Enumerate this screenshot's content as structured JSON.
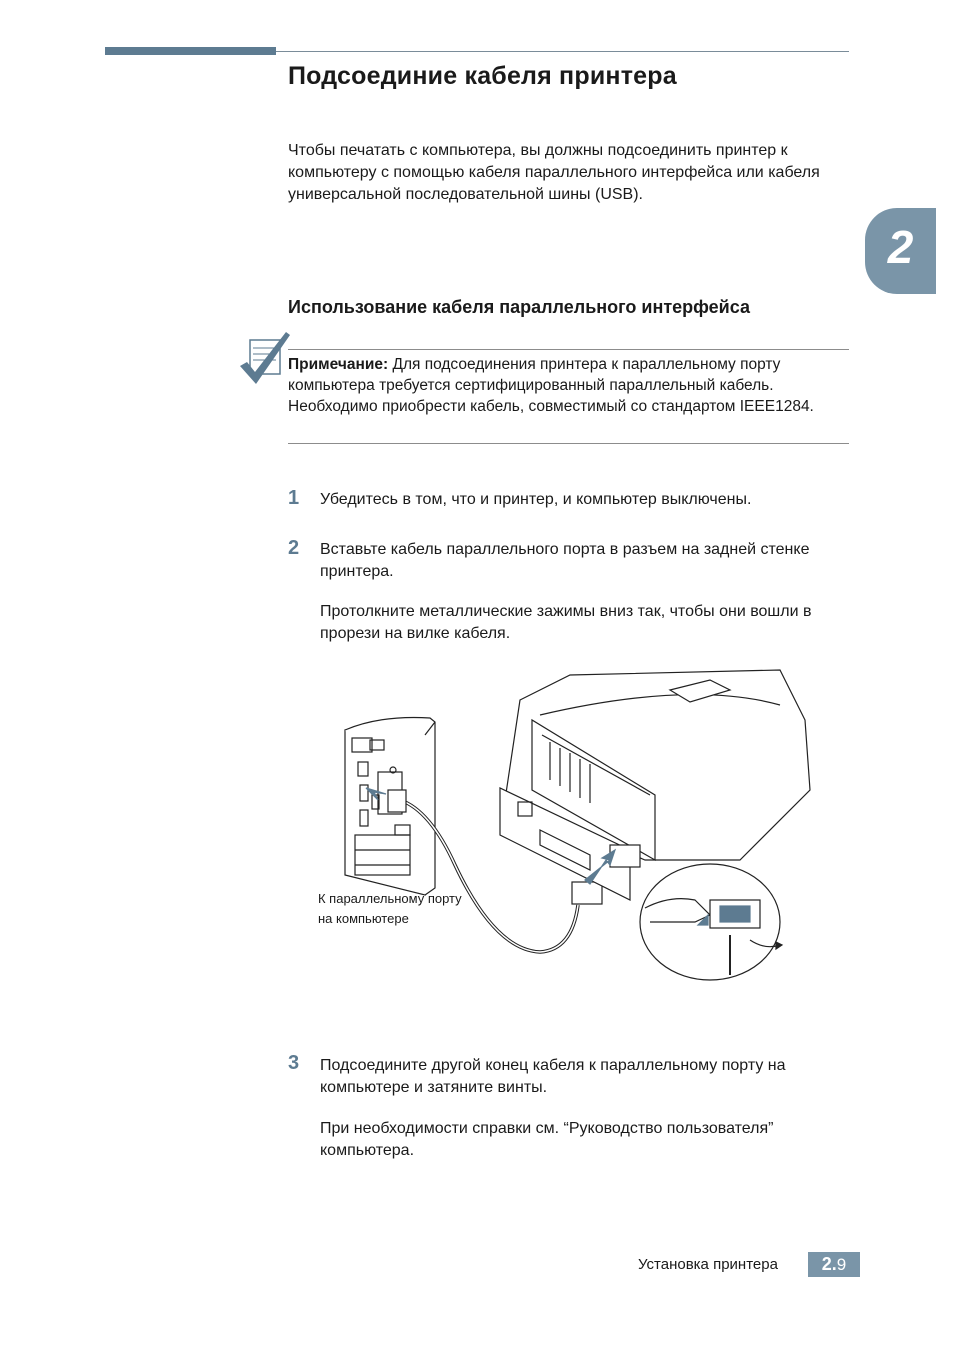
{
  "header": {
    "title": "Подсоединие кабеля принтера"
  },
  "chapter_tab": "2",
  "intro": "Чтобы печатать с компьютера, вы должны подсоединить принтер к компьютеру с помощью кабеля параллельного интерфейса или кабеля универсальной последовательной шины (USB).",
  "section": {
    "title": "Использование кабеля параллельного интерфейса"
  },
  "note": {
    "label": "Примечание:",
    "text": " Для подсоединения принтера к параллельному порту компьютера требуется сертифицированный параллельный кабель. Необходимо приобрести кабель, совместимый со стандартом IEEE1284."
  },
  "steps": [
    {
      "number": "1",
      "paragraphs": [
        "Убедитесь в том, что и принтер, и компьютер выключены."
      ]
    },
    {
      "number": "2",
      "paragraphs": [
        "Вставьте кабель параллельного порта в разъем на задней стенке принтера.",
        "Протолкните металлические зажимы вниз так, чтобы они вошли в прорези на вилке кабеля."
      ]
    },
    {
      "number": "3",
      "paragraphs": [
        "Подсоедините другой конец кабеля к параллельному порту на компьютере и затяните винты.",
        "При необходимости справки см. “Руководство пользователя” компьютера."
      ]
    }
  ],
  "illustration": {
    "caption": "К параллельному порту на компьютере"
  },
  "footer": {
    "section_name": "Установка принтера",
    "page_chapter": "2.",
    "page_number": "9"
  },
  "colors": {
    "accent": "#5d7b91",
    "tab": "#7a95a8"
  }
}
